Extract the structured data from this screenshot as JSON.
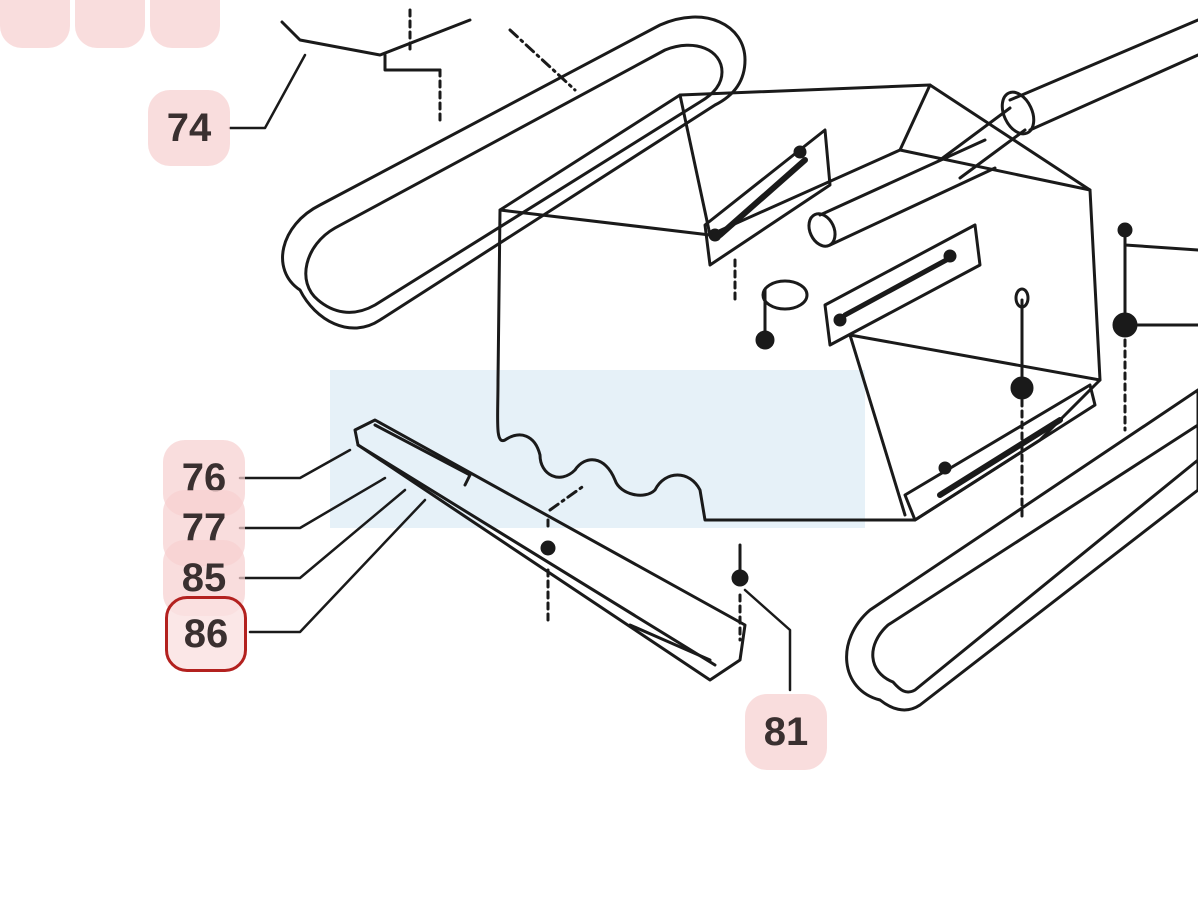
{
  "diagram": {
    "callouts": [
      {
        "id": "74",
        "label": "74",
        "selected": false
      },
      {
        "id": "76",
        "label": "76",
        "selected": false
      },
      {
        "id": "77",
        "label": "77",
        "selected": false
      },
      {
        "id": "85",
        "label": "85",
        "selected": false
      },
      {
        "id": "86",
        "label": "86",
        "selected": true
      },
      {
        "id": "81",
        "label": "81",
        "selected": false
      }
    ],
    "colors": {
      "line": "#1a1a1a",
      "callout_fill": "#f7d0d0",
      "selected_outline": "#b3211f",
      "highlight_band": "#e6f1f8"
    }
  }
}
